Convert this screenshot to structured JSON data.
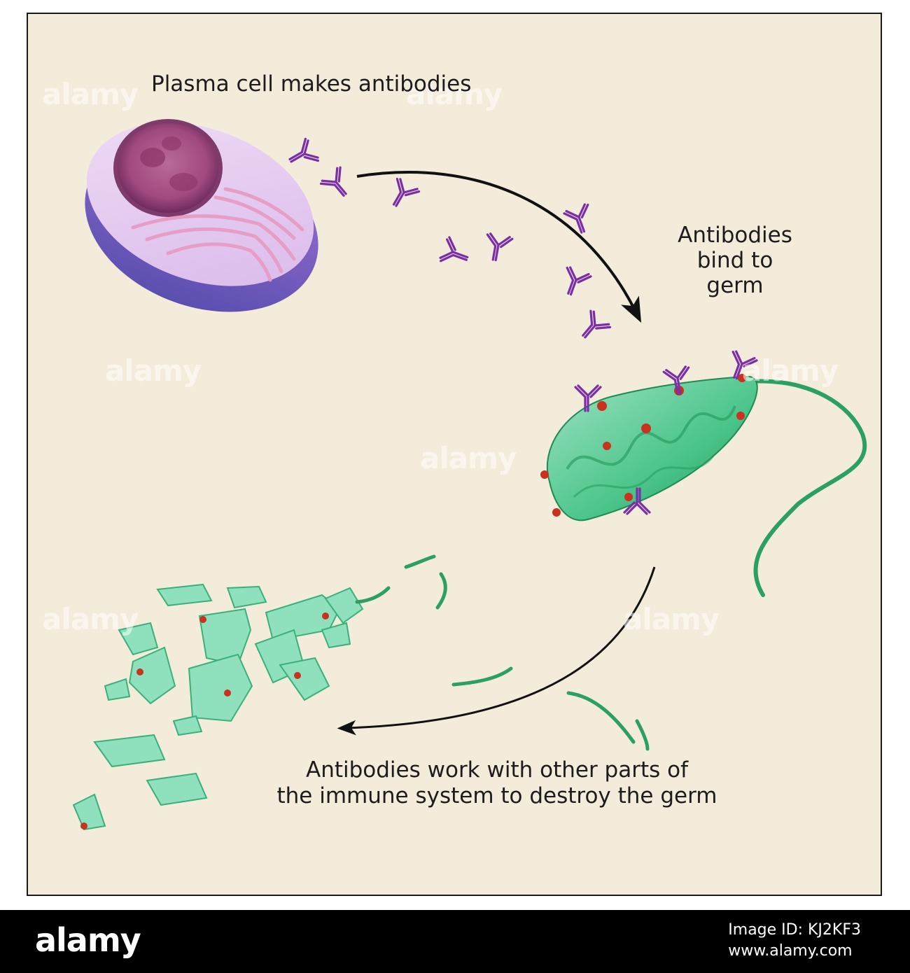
{
  "labels": {
    "plasma": "Plasma cell makes antibodies",
    "bind_line1": "Antibodies",
    "bind_line2": "bind to",
    "bind_line3": "germ",
    "destroy_line1": "Antibodies work with other parts of",
    "destroy_line2": "the immune system to destroy the germ"
  },
  "watermark": "alamy",
  "footer": {
    "logo": "alamy",
    "image_id": "Image ID: KJ2KF3",
    "site": "www.alamy.com"
  },
  "colors": {
    "background": "#f4ecda",
    "plasma_cell": "#b48fd6",
    "nucleus": "#9c3f78",
    "antibody": "#7a2fa8",
    "germ": "#3fbf7c",
    "germ_spots": "#c8321e",
    "arrow": "#111111"
  },
  "icons": {
    "plasma_cell": "plasma-cell-icon",
    "germ": "bacterium-icon",
    "antibody": "antibody-icon",
    "fragments": "destroyed-germ-fragments-icon"
  }
}
